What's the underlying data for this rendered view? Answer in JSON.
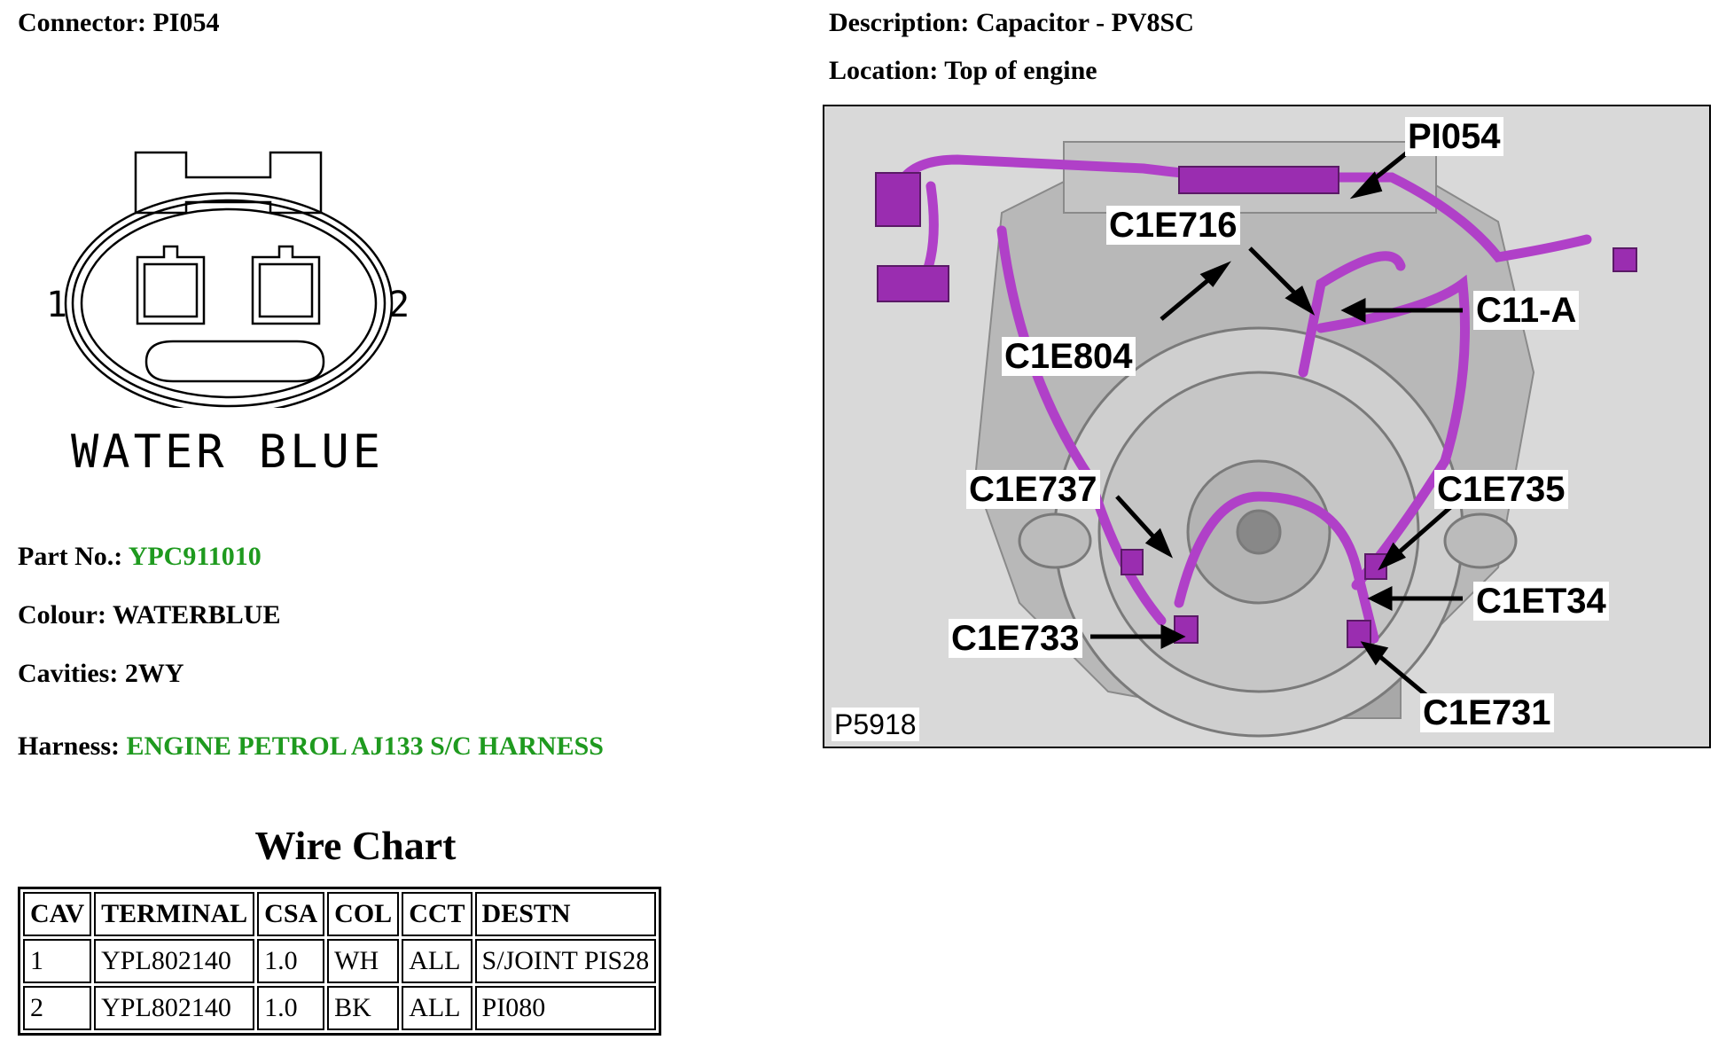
{
  "connector": {
    "label": "Connector:",
    "value": "PI054"
  },
  "description": {
    "label": "Description:",
    "value": "Capacitor - PV8SC"
  },
  "location": {
    "label": "Location:",
    "value": "Top of engine"
  },
  "drawing": {
    "cavity_1": "1",
    "cavity_2": "2",
    "colour_caption": "WATER BLUE"
  },
  "part_no": {
    "label": "Part No.:",
    "value": "YPC911010"
  },
  "colour": {
    "label": "Colour:",
    "value": "WATERBLUE"
  },
  "cavities": {
    "label": "Cavities:",
    "value": "2WY"
  },
  "harness": {
    "label": "Harness:",
    "value": "ENGINE PETROL AJ133 S/C HARNESS"
  },
  "link_color": "#1f9a1f",
  "wire_chart": {
    "title": "Wire Chart",
    "headers": [
      "CAV",
      "TERMINAL",
      "CSA",
      "COL",
      "CCT",
      "DESTN"
    ],
    "rows": [
      [
        "1",
        "YPL802140",
        "1.0",
        "WH",
        "ALL",
        "S/JOINT PIS28"
      ],
      [
        "2",
        "YPL802140",
        "1.0",
        "BK",
        "ALL",
        "PI080"
      ]
    ]
  },
  "engine_diagram": {
    "harness_color": "#b040c8",
    "figure_code": "P5918",
    "callouts": [
      "PI054",
      "C1E716",
      "C11-A",
      "C1E804",
      "C1E737",
      "C1E735",
      "C1ET34",
      "C1E733",
      "C1E731"
    ]
  }
}
